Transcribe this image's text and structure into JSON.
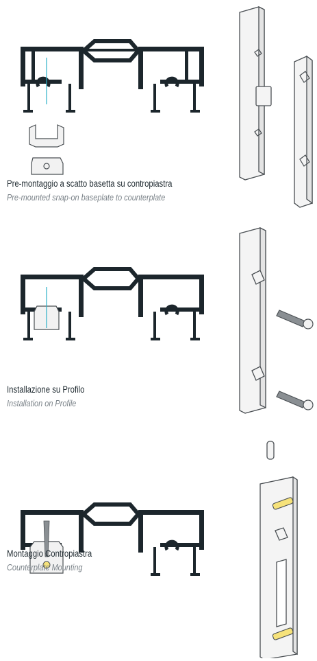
{
  "colors": {
    "profile": "#1c262c",
    "accent_line": "#2ab0c8",
    "outline": "#4a4f53",
    "fill_light": "#f2f2f2",
    "screw": "#8a8f93"
  },
  "sections": [
    {
      "title_it": "Pre-montaggio a scatto basetta su contropiastra",
      "title_en": "Pre-mounted snap-on baseplate to counterplate"
    },
    {
      "title_it": "Installazione su Profilo",
      "title_en": "Installation on Profile"
    },
    {
      "title_it": "Montaggio Contropiastra",
      "title_en": "Counterplate Mounting"
    }
  ]
}
